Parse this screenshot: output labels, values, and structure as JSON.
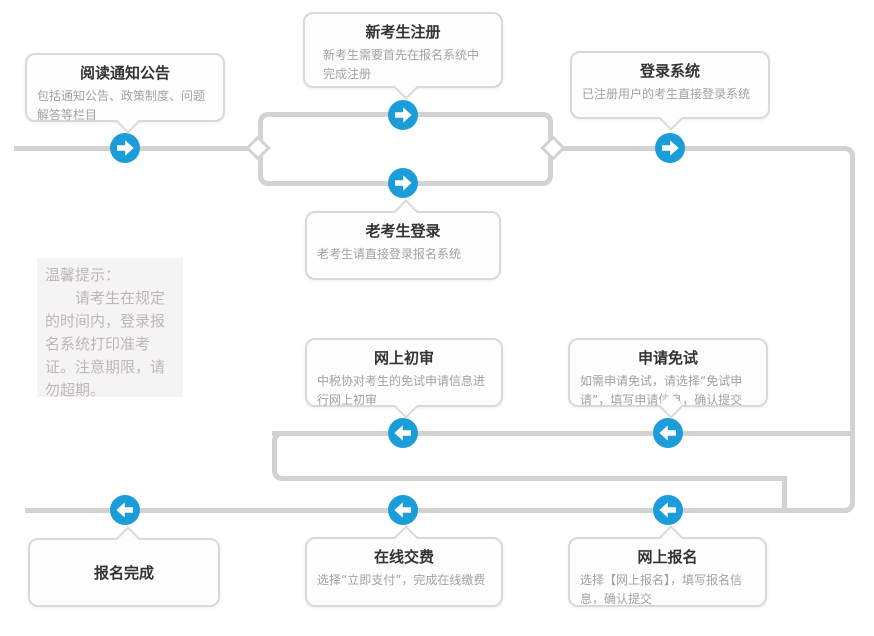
{
  "flow": {
    "boxes": {
      "read_notice": {
        "title": "阅读通知公告",
        "desc": "包括通知公告、政策制度、问题解答等栏目"
      },
      "new_register": {
        "title": "新考生注册",
        "desc": "新考生需要首先在报名系统中完成注册"
      },
      "login_system": {
        "title": "登录系统",
        "desc": "已注册用户的考生直接登录系统"
      },
      "old_login": {
        "title": "老考生登录",
        "desc": "老考生请直接登录报名系统"
      },
      "online_review": {
        "title": "网上初审",
        "desc": "中税协对考生的免试申请信息进行网上初审"
      },
      "apply_exemption": {
        "title": "申请免试",
        "desc": "如需申请免试，请选择“免试申请”，填写申请信息，确认提交"
      },
      "register_complete": {
        "title": "报名完成",
        "desc": ""
      },
      "pay_online": {
        "title": "在线交费",
        "desc": "选择“立即支付”，完成在线缴费"
      },
      "register_online": {
        "title": "网上报名",
        "desc": "选择【网上报名】，填写报名信息，确认提交"
      }
    },
    "tips": "温馨提示：\n　　请考生在规定的时间内，登录报名系统打印准考证。注意期限，请勿超期。",
    "icons": {
      "forward_step": "arrow-right-circle-icon",
      "backward_step": "arrow-left-circle-icon"
    },
    "colors": {
      "accent_blue": "#1b9dd9",
      "line_gray": "#d2d2d2",
      "box_border": "#d9d9d9",
      "title_text": "#333333",
      "desc_text": "#a2a2a2",
      "tips_bg": "#f4f4f4",
      "tips_text": "#beb6b6"
    }
  }
}
